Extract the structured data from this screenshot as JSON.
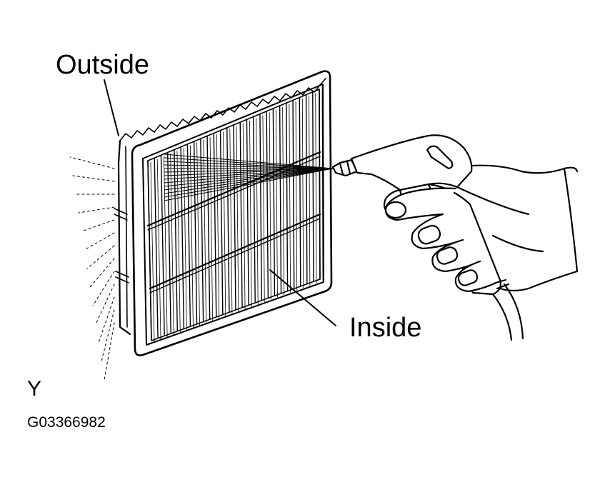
{
  "labels": {
    "outside": "Outside",
    "inside": "Inside",
    "corner_mark": "Y",
    "figure_code": "G03366982"
  },
  "colors": {
    "ink": "#000000",
    "paper": "#ffffff"
  },
  "icons": {
    "filter": "air-filter-illustration",
    "gun": "air-gun-illustration",
    "hand": "hand-illustration"
  }
}
